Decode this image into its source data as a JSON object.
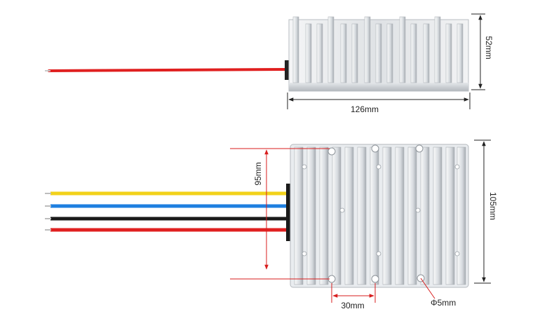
{
  "dimensions": {
    "height_side": "52mm",
    "length_side": "126mm",
    "hole_spacing_vertical": "95mm",
    "height_top": "105mm",
    "hole_spacing_horizontal": "30mm",
    "hole_diameter": "Φ5mm"
  },
  "colors": {
    "wire_red": "#e02020",
    "wire_yellow": "#f2d21a",
    "wire_blue": "#1e7fe0",
    "wire_black": "#1a1a1a",
    "dim_red": "#d81e1e",
    "dim_black": "#222222",
    "aluminium_light": "#eef0f2",
    "aluminium_mid": "#c9cdd2",
    "aluminium_dark": "#9aa0a6"
  }
}
